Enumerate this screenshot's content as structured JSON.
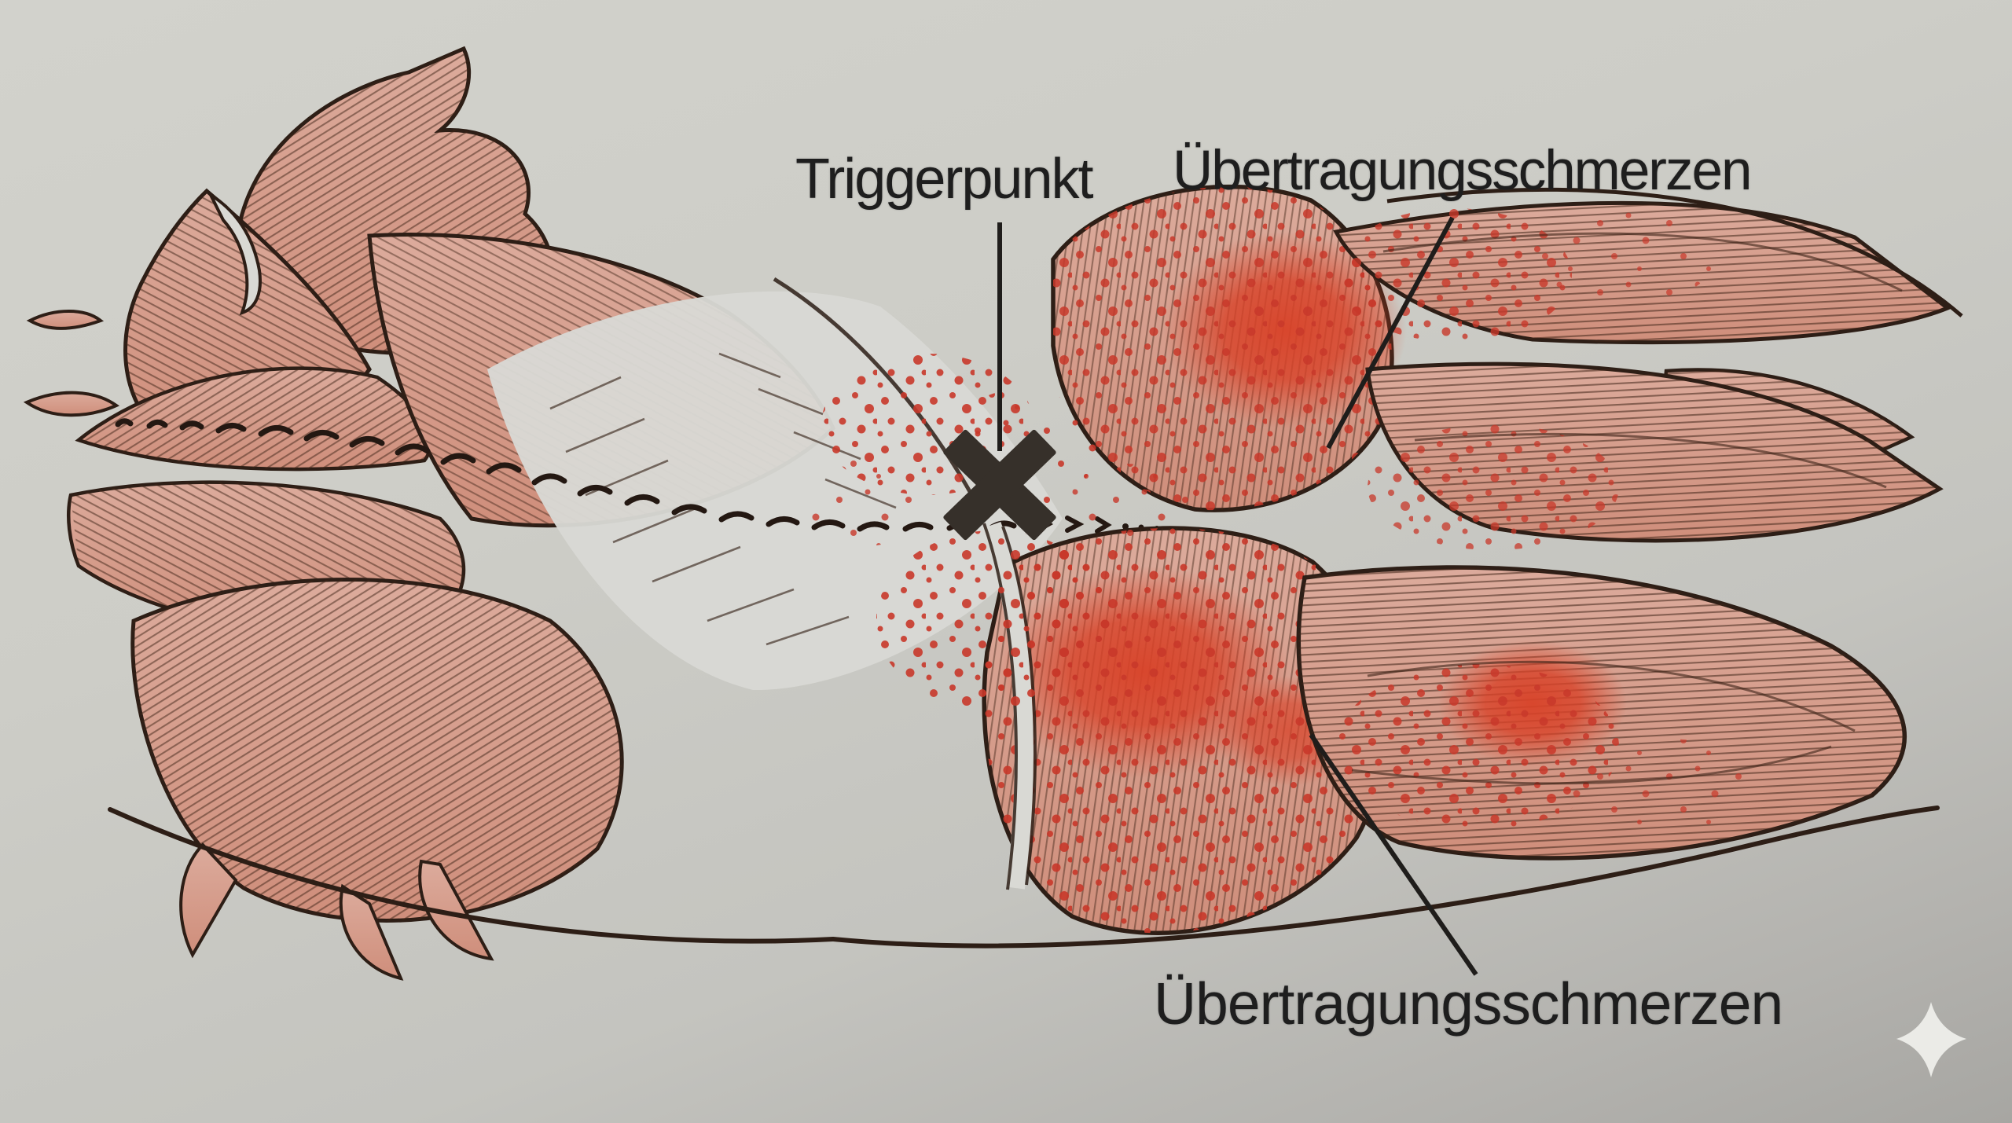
{
  "figure": {
    "type": "anatomical-trigger-point-illustration",
    "language": "de",
    "description": "Hand-drawn dorsal muscle anatomy (photographed book page). A black X marks the trigger point beside the spine; red stippled zones on the gluteal and limb muscles show referred pain.",
    "labels": {
      "trigger_point": "Triggerpunkt",
      "referred_pain_top": "Übertragungsschmerzen",
      "referred_pain_bottom": "Übertragungsschmerzen"
    },
    "marker": {
      "symbol": "X",
      "meaning": "Triggerpunkt"
    },
    "icons": {
      "sparkle_icon": "✦",
      "x_marker_icon": "✕"
    },
    "colors": {
      "paper": "#cbcbc5",
      "paper_light": "#d9d9d4",
      "ink": "#2d1e16",
      "text": "#1e1e1e",
      "muscle": "#cf8e7b",
      "muscle_light": "#dcab9c",
      "muscle_dark": "#b96a54",
      "pain_red": "#c8382a",
      "pain_red_bright": "#d84228",
      "marker_black": "#36302a",
      "star_white": "#ebebe7"
    }
  }
}
